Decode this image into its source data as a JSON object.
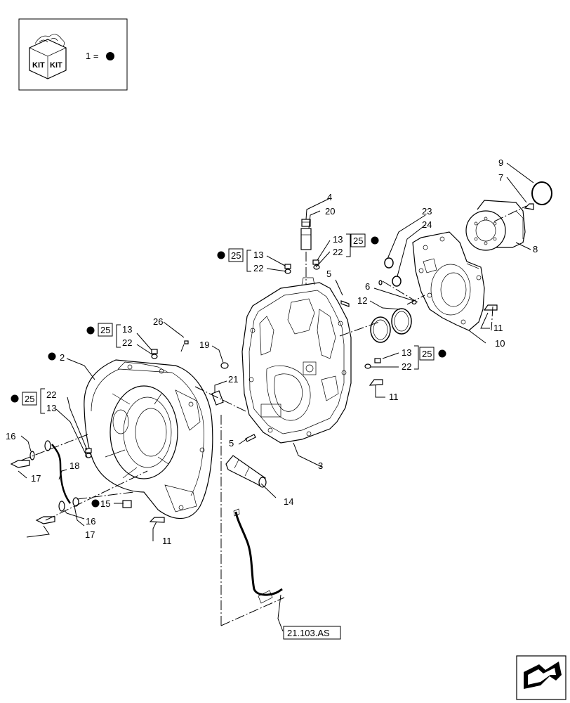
{
  "legend": {
    "kit_text_1": "KIT",
    "kit_text_2": "KIT",
    "kit_equation": "1 ="
  },
  "callouts": {
    "c2": "2",
    "c3": "3",
    "c4": "4",
    "c5a": "5",
    "c5b": "5",
    "c6": "6",
    "c7": "7",
    "c8": "8",
    "c9": "9",
    "c10": "10",
    "c11a": "11",
    "c11b": "11",
    "c11c": "11",
    "c12": "12",
    "c13a": "13",
    "c13b": "13",
    "c13c": "13",
    "c13d": "13",
    "c13e": "13",
    "c14": "14",
    "c15": "15",
    "c16a": "16",
    "c16b": "16",
    "c17a": "17",
    "c17b": "17",
    "c18": "18",
    "c19": "19",
    "c20": "20",
    "c21": "21",
    "c22a": "22",
    "c22b": "22",
    "c22c": "22",
    "c22d": "22",
    "c22e": "22",
    "c23": "23",
    "c24": "24",
    "c26": "26"
  },
  "kit_refs": {
    "k1": "25",
    "k2": "25",
    "k3": "25",
    "k4": "25",
    "k5": "25"
  },
  "reference": "21.103.AS"
}
